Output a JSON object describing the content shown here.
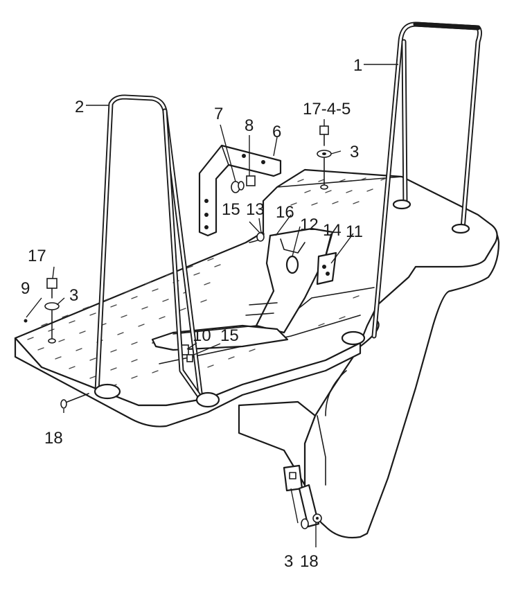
{
  "callouts": {
    "c1": "1",
    "c2": "2",
    "c3_top": "3",
    "c3_left": "3",
    "c3_bottom": "3",
    "c6": "6",
    "c7": "7",
    "c8": "8",
    "c9": "9",
    "c10": "10",
    "c11": "11",
    "c12": "12",
    "c13": "13",
    "c14": "14",
    "c15_upper": "15",
    "c15_lower": "15",
    "c16": "16",
    "c17": "17",
    "c17_4_5": "17-4-5",
    "c18_left": "18",
    "c18_bottom": "18"
  }
}
